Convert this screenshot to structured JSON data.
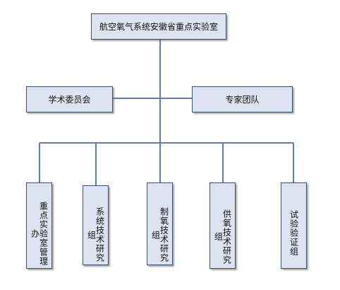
{
  "org_chart": {
    "root": "航空氧气系统安徽省重点实验室",
    "committees": [
      "学术委员会",
      "专家团队"
    ],
    "groups": [
      "重点实验室管理办",
      "系统技术研究组",
      "制氧技术研究组",
      "供氧技术研究组",
      "试验验证组"
    ]
  },
  "colors": {
    "box_fill": "#dde3f0",
    "box_border": "#3f4f6b",
    "connector": "#5b7fae"
  }
}
